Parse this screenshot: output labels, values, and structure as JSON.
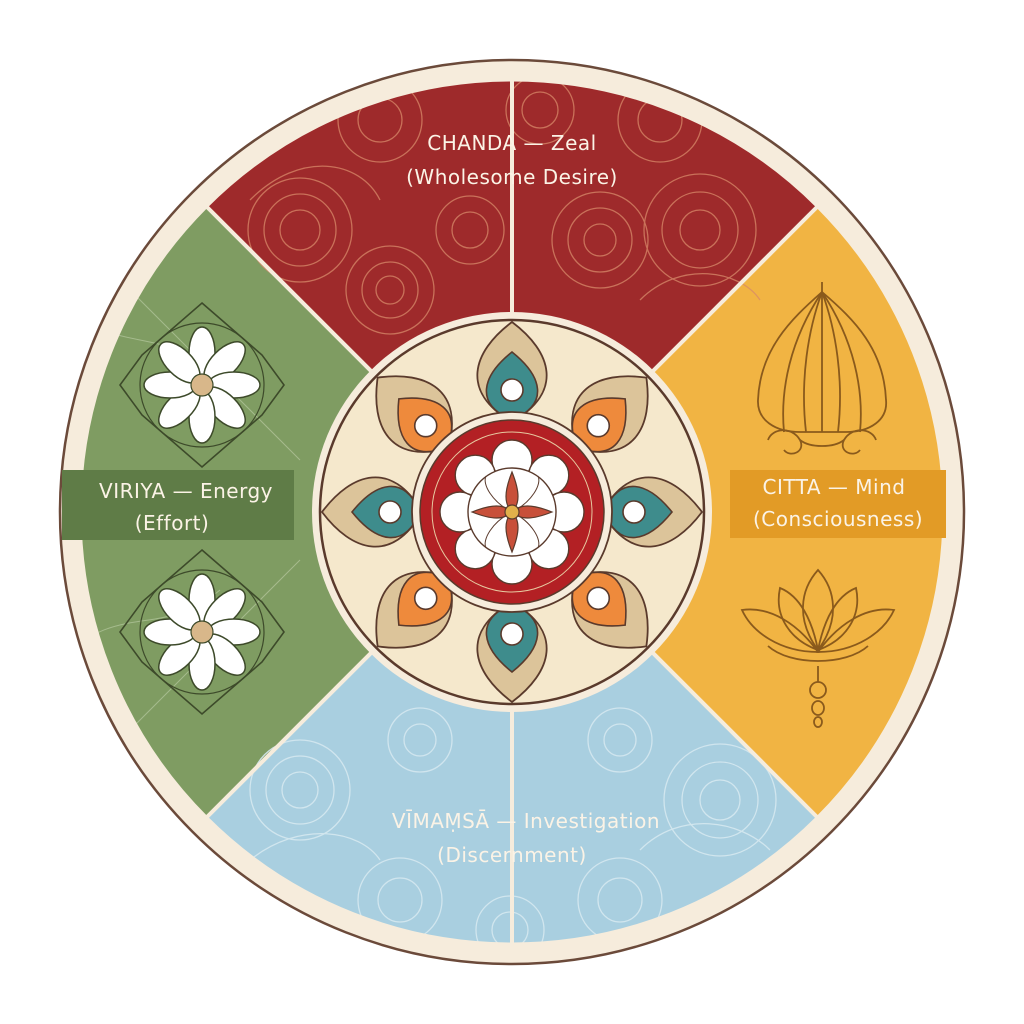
{
  "segments": {
    "top": {
      "line1": "CHANDA — Zeal",
      "line2": "(Wholesome Desire)",
      "color": "#9e2a2b"
    },
    "left": {
      "line1": "VIRIYA — Energy",
      "line2": "(Effort)",
      "color": "#7f9c62"
    },
    "right": {
      "line1": "CITTA — Mind",
      "line2": "(Consciousness)",
      "color": "#f1b443"
    },
    "bottom": {
      "line1": "VĪMAṂSĀ — Investigation",
      "line2": "(Discernment)",
      "color": "#a9cfe0"
    }
  },
  "icons": {
    "top": "swirl-pattern",
    "left": "white-flower-mandala",
    "right": [
      "lotus-bud",
      "lotus-flower"
    ],
    "bottom": "wave-swirl-pattern",
    "center": "lotus-mandala"
  },
  "colors": {
    "ring": "#f6ecdc",
    "outline": "#5a3a2c",
    "center_bg": "#f5e8cc",
    "center_red": "#b32024",
    "petal_orange": "#ee8a3c",
    "petal_teal": "#3e8c8c",
    "petal_tan": "#dcc49a"
  }
}
